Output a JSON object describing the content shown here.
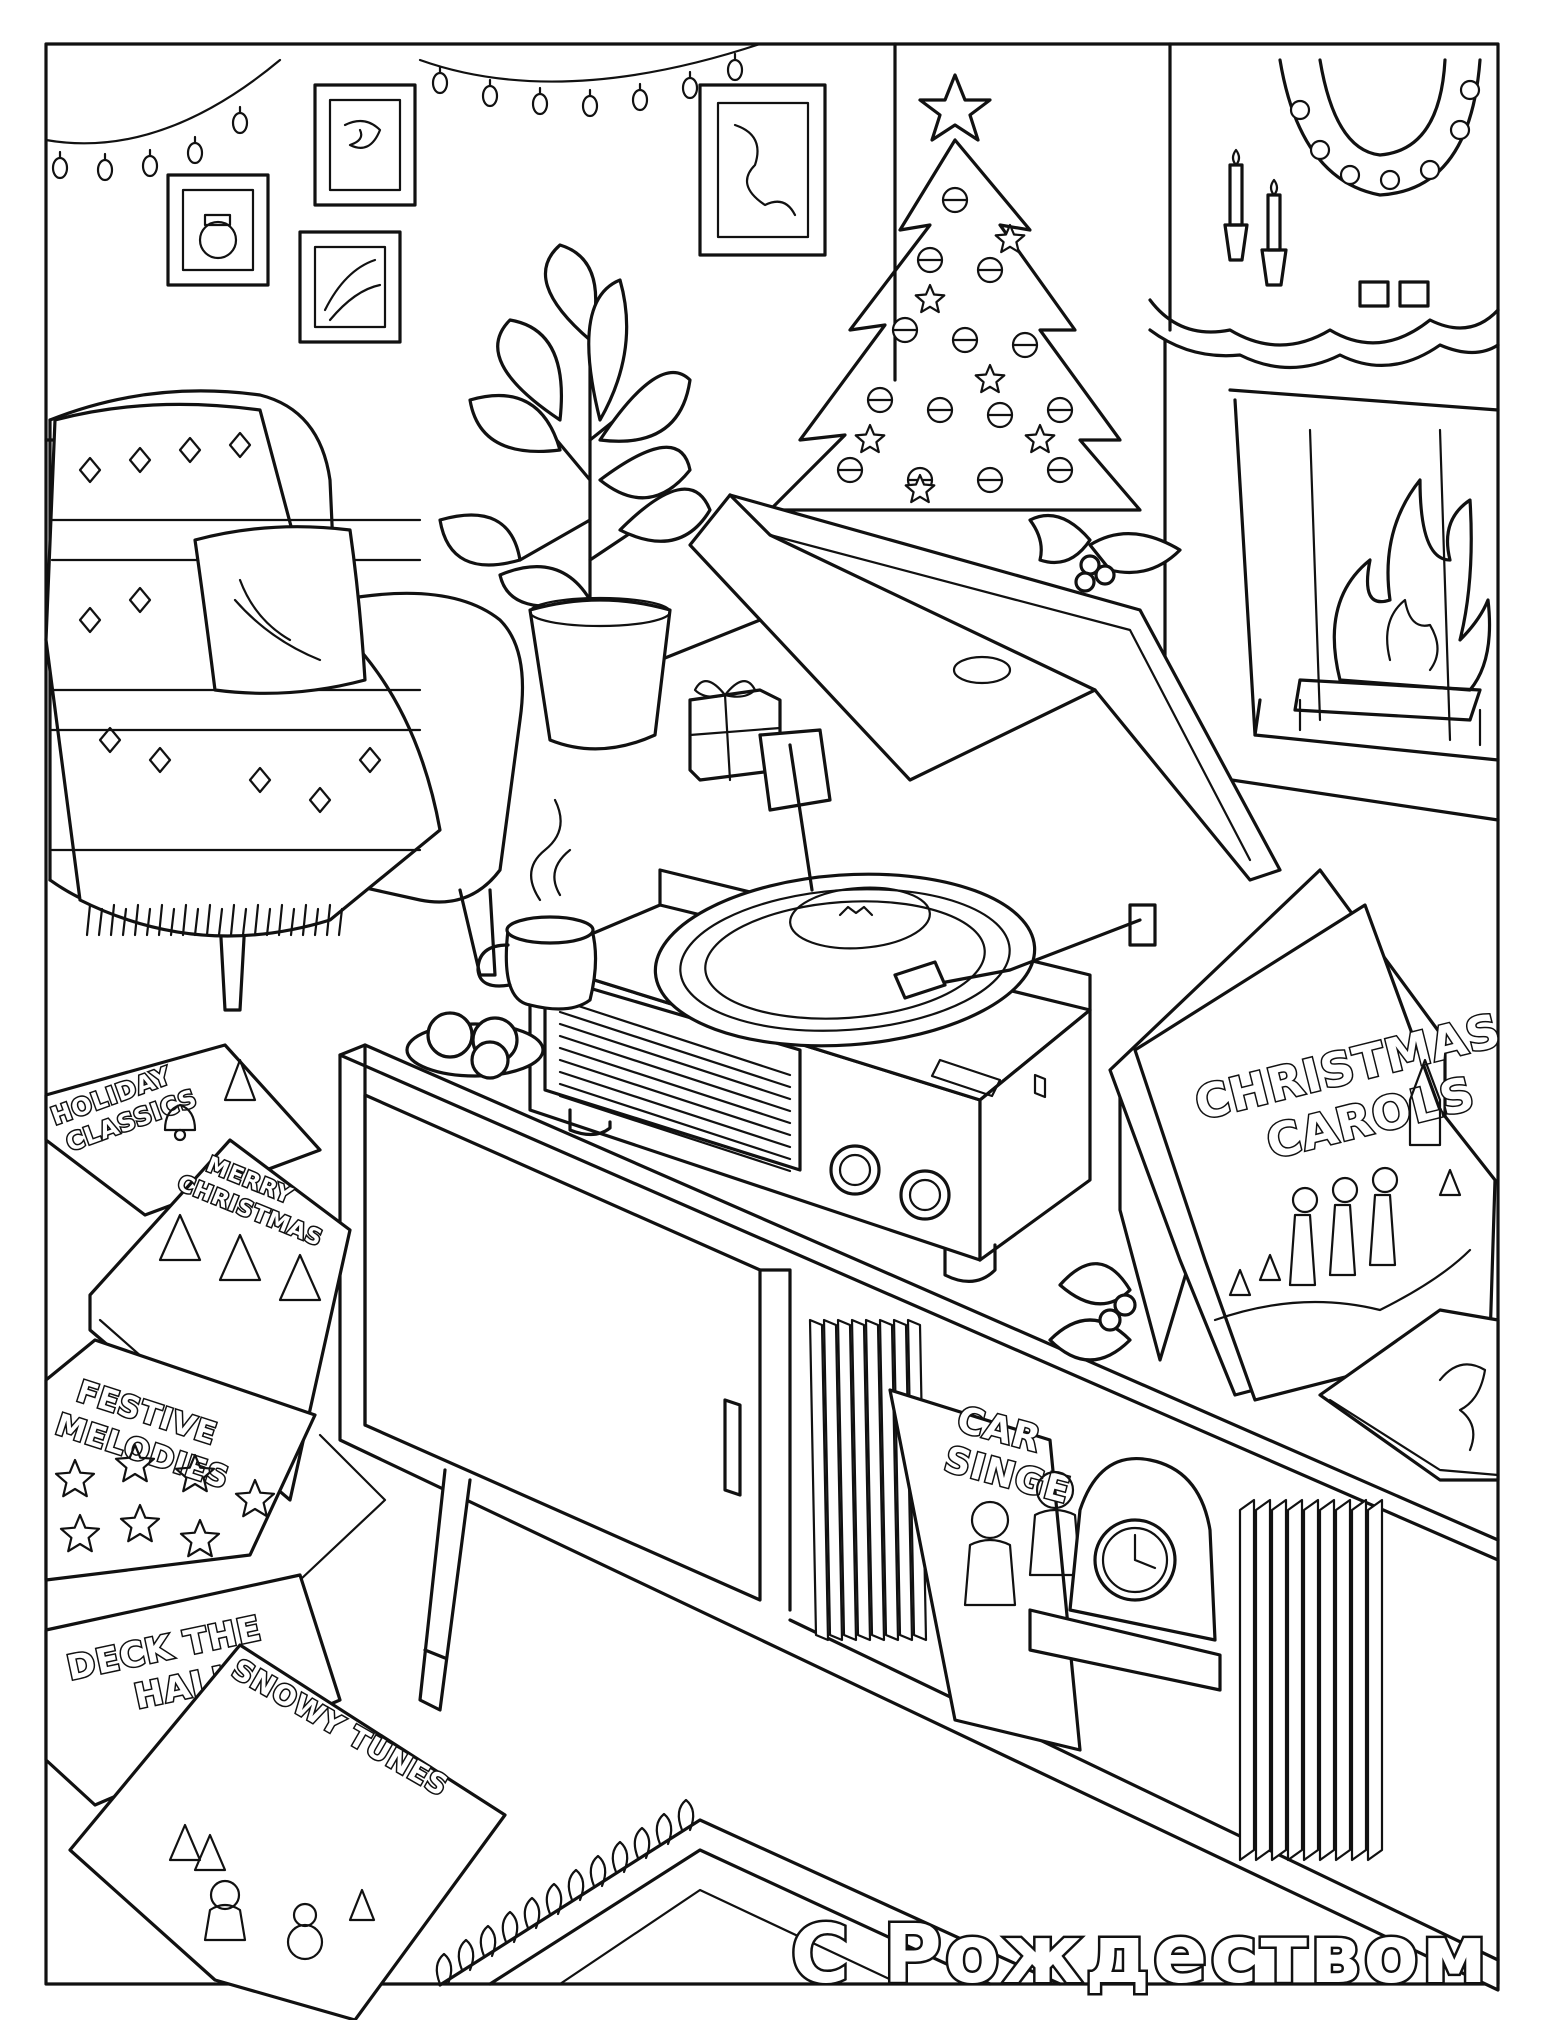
{
  "greeting": "С Рождеством",
  "albums": {
    "holiday_classics": [
      "HOLIDAY",
      "CLASSICS"
    ],
    "merry_christmas": [
      "MERRY",
      "CHRISTMAS"
    ],
    "festive_melodies": [
      "FESTIVE",
      "MELODIES"
    ],
    "deck_the_halls": [
      "DECK THE",
      "HALLS"
    ],
    "snowy_tunes": "SNOWY TUNES",
    "christmas_carols": [
      "CHRISTMAS",
      "CAROLS"
    ],
    "carol_singers": [
      "CAR",
      "SINGE"
    ]
  },
  "colors": {
    "ink": "#111111",
    "paper": "#ffffff"
  }
}
